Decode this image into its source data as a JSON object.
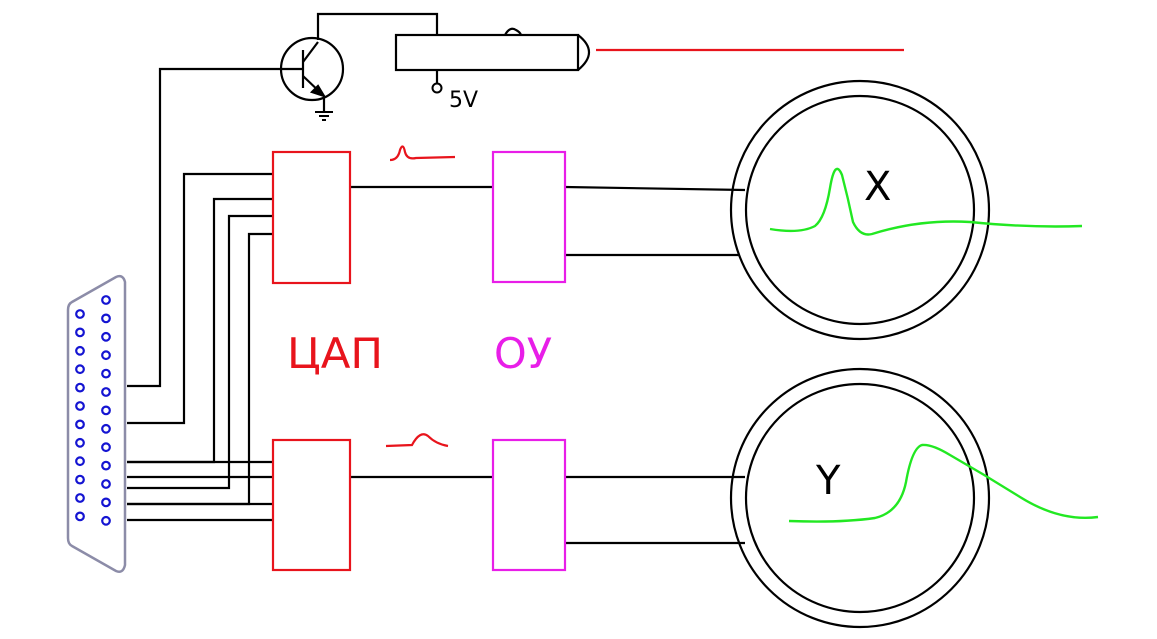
{
  "labels": {
    "voltage": "5V",
    "dac": "ЦАП",
    "opamp": "ОУ",
    "axis_x": "X",
    "axis_y": "Y"
  },
  "colors": {
    "background": "#ffffff",
    "wire": "#000000",
    "dac": "#e8141c",
    "opamp": "#e81ee8",
    "signal": "#22e822",
    "connector_fill": "#ffffff",
    "connector_outline": "#8c8ca8",
    "pin": "#1414d2",
    "laser_beam": "#e8141c"
  },
  "icons": {
    "connector": "db25-connector-icon",
    "transistor": "npn-transistor-icon",
    "laser": "laser-module-icon",
    "ground": "ground-icon",
    "galvo_x": "galvanometer-x-icon",
    "galvo_y": "galvanometer-y-icon"
  }
}
